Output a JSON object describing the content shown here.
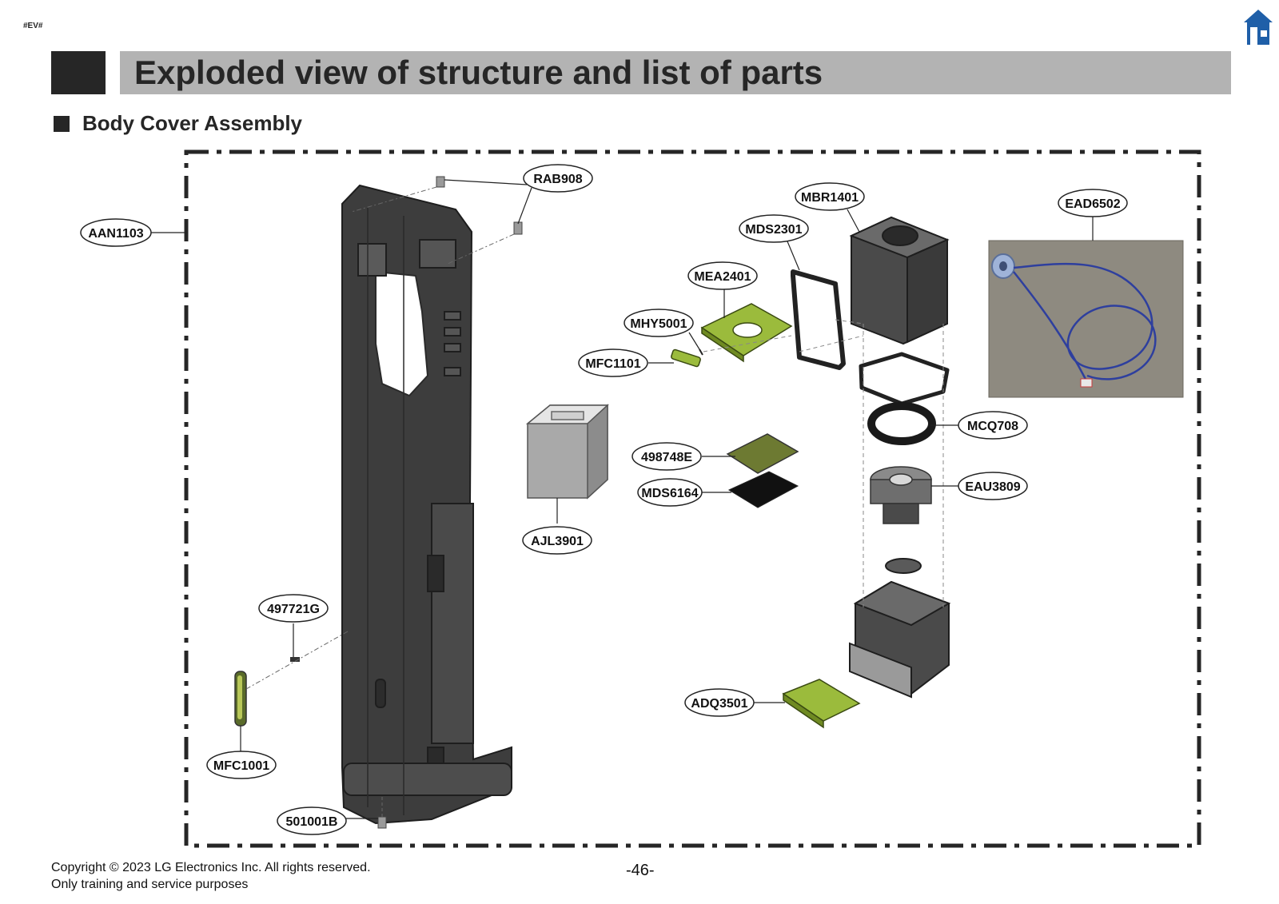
{
  "header": {
    "tag": "#EV#",
    "title": "Exploded view of structure and list of parts",
    "icon": "home-icon"
  },
  "section": {
    "title": "Body Cover Assembly"
  },
  "parts": {
    "aan1103": "AAN1103",
    "rab908": "RAB908",
    "mbr1401": "MBR1401",
    "ead6502": "EAD6502",
    "mds2301": "MDS2301",
    "mea2401": "MEA2401",
    "mhy5001": "MHY5001",
    "mfc1101": "MFC1101",
    "mcq708": "MCQ708",
    "p498748e": "498748E",
    "eau3809": "EAU3809",
    "mds6164": "MDS6164",
    "ajl3901": "AJL3901",
    "p497721g": "497721G",
    "adq3501": "ADQ3501",
    "mfc1001": "MFC1001",
    "p501001b": "501001B"
  },
  "footer": {
    "copyright": "Copyright © 2023 LG Electronics Inc. All rights reserved.",
    "purpose": "Only training and service purposes",
    "page": "-46-"
  },
  "colors": {
    "title_bar": "#b3b3b3",
    "title_block": "#262626",
    "part_dark": "#3a3a3a",
    "part_green": "#9bbb3c",
    "home_icon": "#1f5fa8"
  }
}
